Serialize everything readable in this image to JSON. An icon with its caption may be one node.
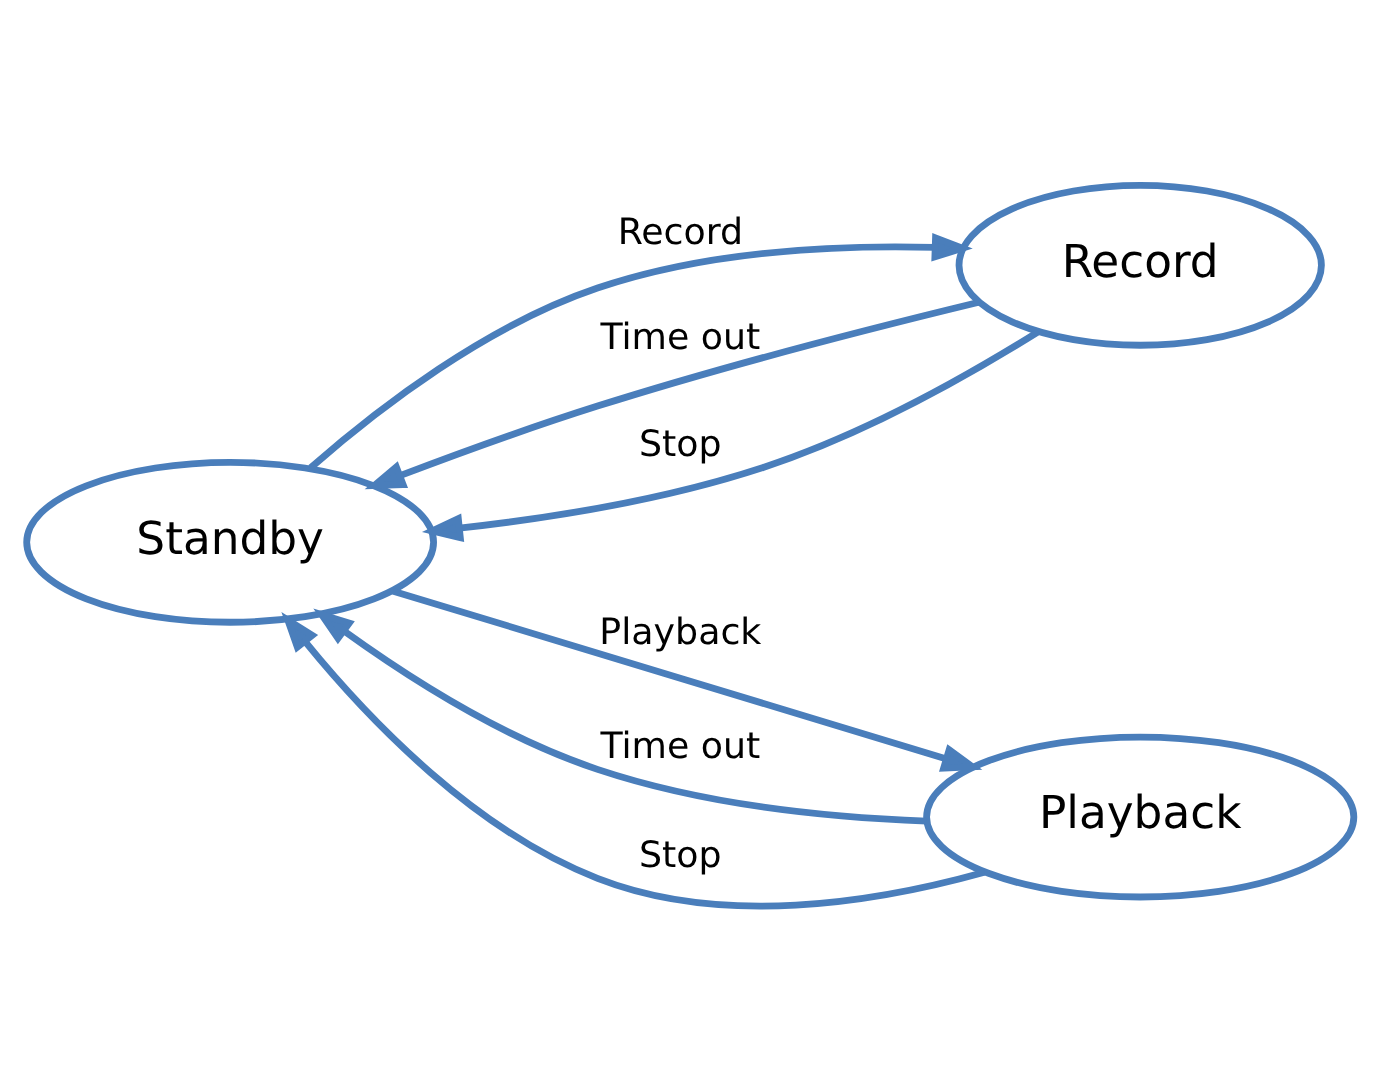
{
  "diagram": {
    "nodes": [
      {
        "text": [
          "Standby"
        ]
      },
      {
        "text": [
          "Record"
        ]
      },
      {
        "text": [
          "Playback"
        ]
      }
    ],
    "edges": [
      {
        "from": 1,
        "to": 0,
        "arrow": "to",
        "label": "Time out"
      },
      {
        "from": 1,
        "to": 0,
        "arrow": "to",
        "label": "Stop"
      },
      {
        "from": 0,
        "to": 1,
        "arrow": "to",
        "label": "Record"
      },
      {
        "from": 0,
        "to": 2,
        "arrow": "to",
        "label": "Playback"
      },
      {
        "from": 2,
        "to": 0,
        "arrow": "to",
        "label": "Time out"
      },
      {
        "from": 2,
        "to": 0,
        "arrow": "to",
        "label": "Stop"
      }
    ]
  }
}
